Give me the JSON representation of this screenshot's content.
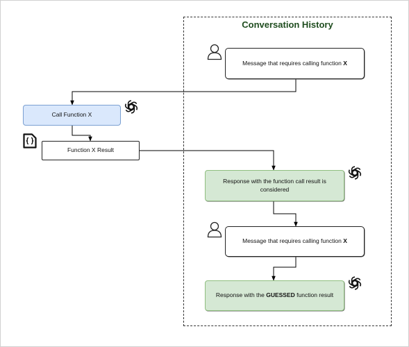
{
  "panel": {
    "title": "Conversation History"
  },
  "nodes": {
    "user_message_1": {
      "text_before": "Message that requires calling function ",
      "text_bold": "X"
    },
    "call_function": {
      "text": "Call Function X"
    },
    "function_result": {
      "text": "Function X Result"
    },
    "response_1": {
      "text": "Response with the function call result is considered"
    },
    "user_message_2": {
      "text_before": "Message that requires calling function ",
      "text_bold": "X"
    },
    "response_2": {
      "text_before": "Response with the ",
      "text_bold": "GUESSED",
      "text_after": " function result"
    }
  },
  "icons": {
    "user": "user-icon",
    "assistant": "openai-logo-icon",
    "code": "code-braces-icon"
  },
  "colors": {
    "title_text": "#1f4d1f",
    "blue_fill": "#dae8fc",
    "blue_stroke": "#7a9fd1",
    "green_fill": "#d5e8d4",
    "green_stroke": "#8fbf7f",
    "edge": "#000000"
  }
}
